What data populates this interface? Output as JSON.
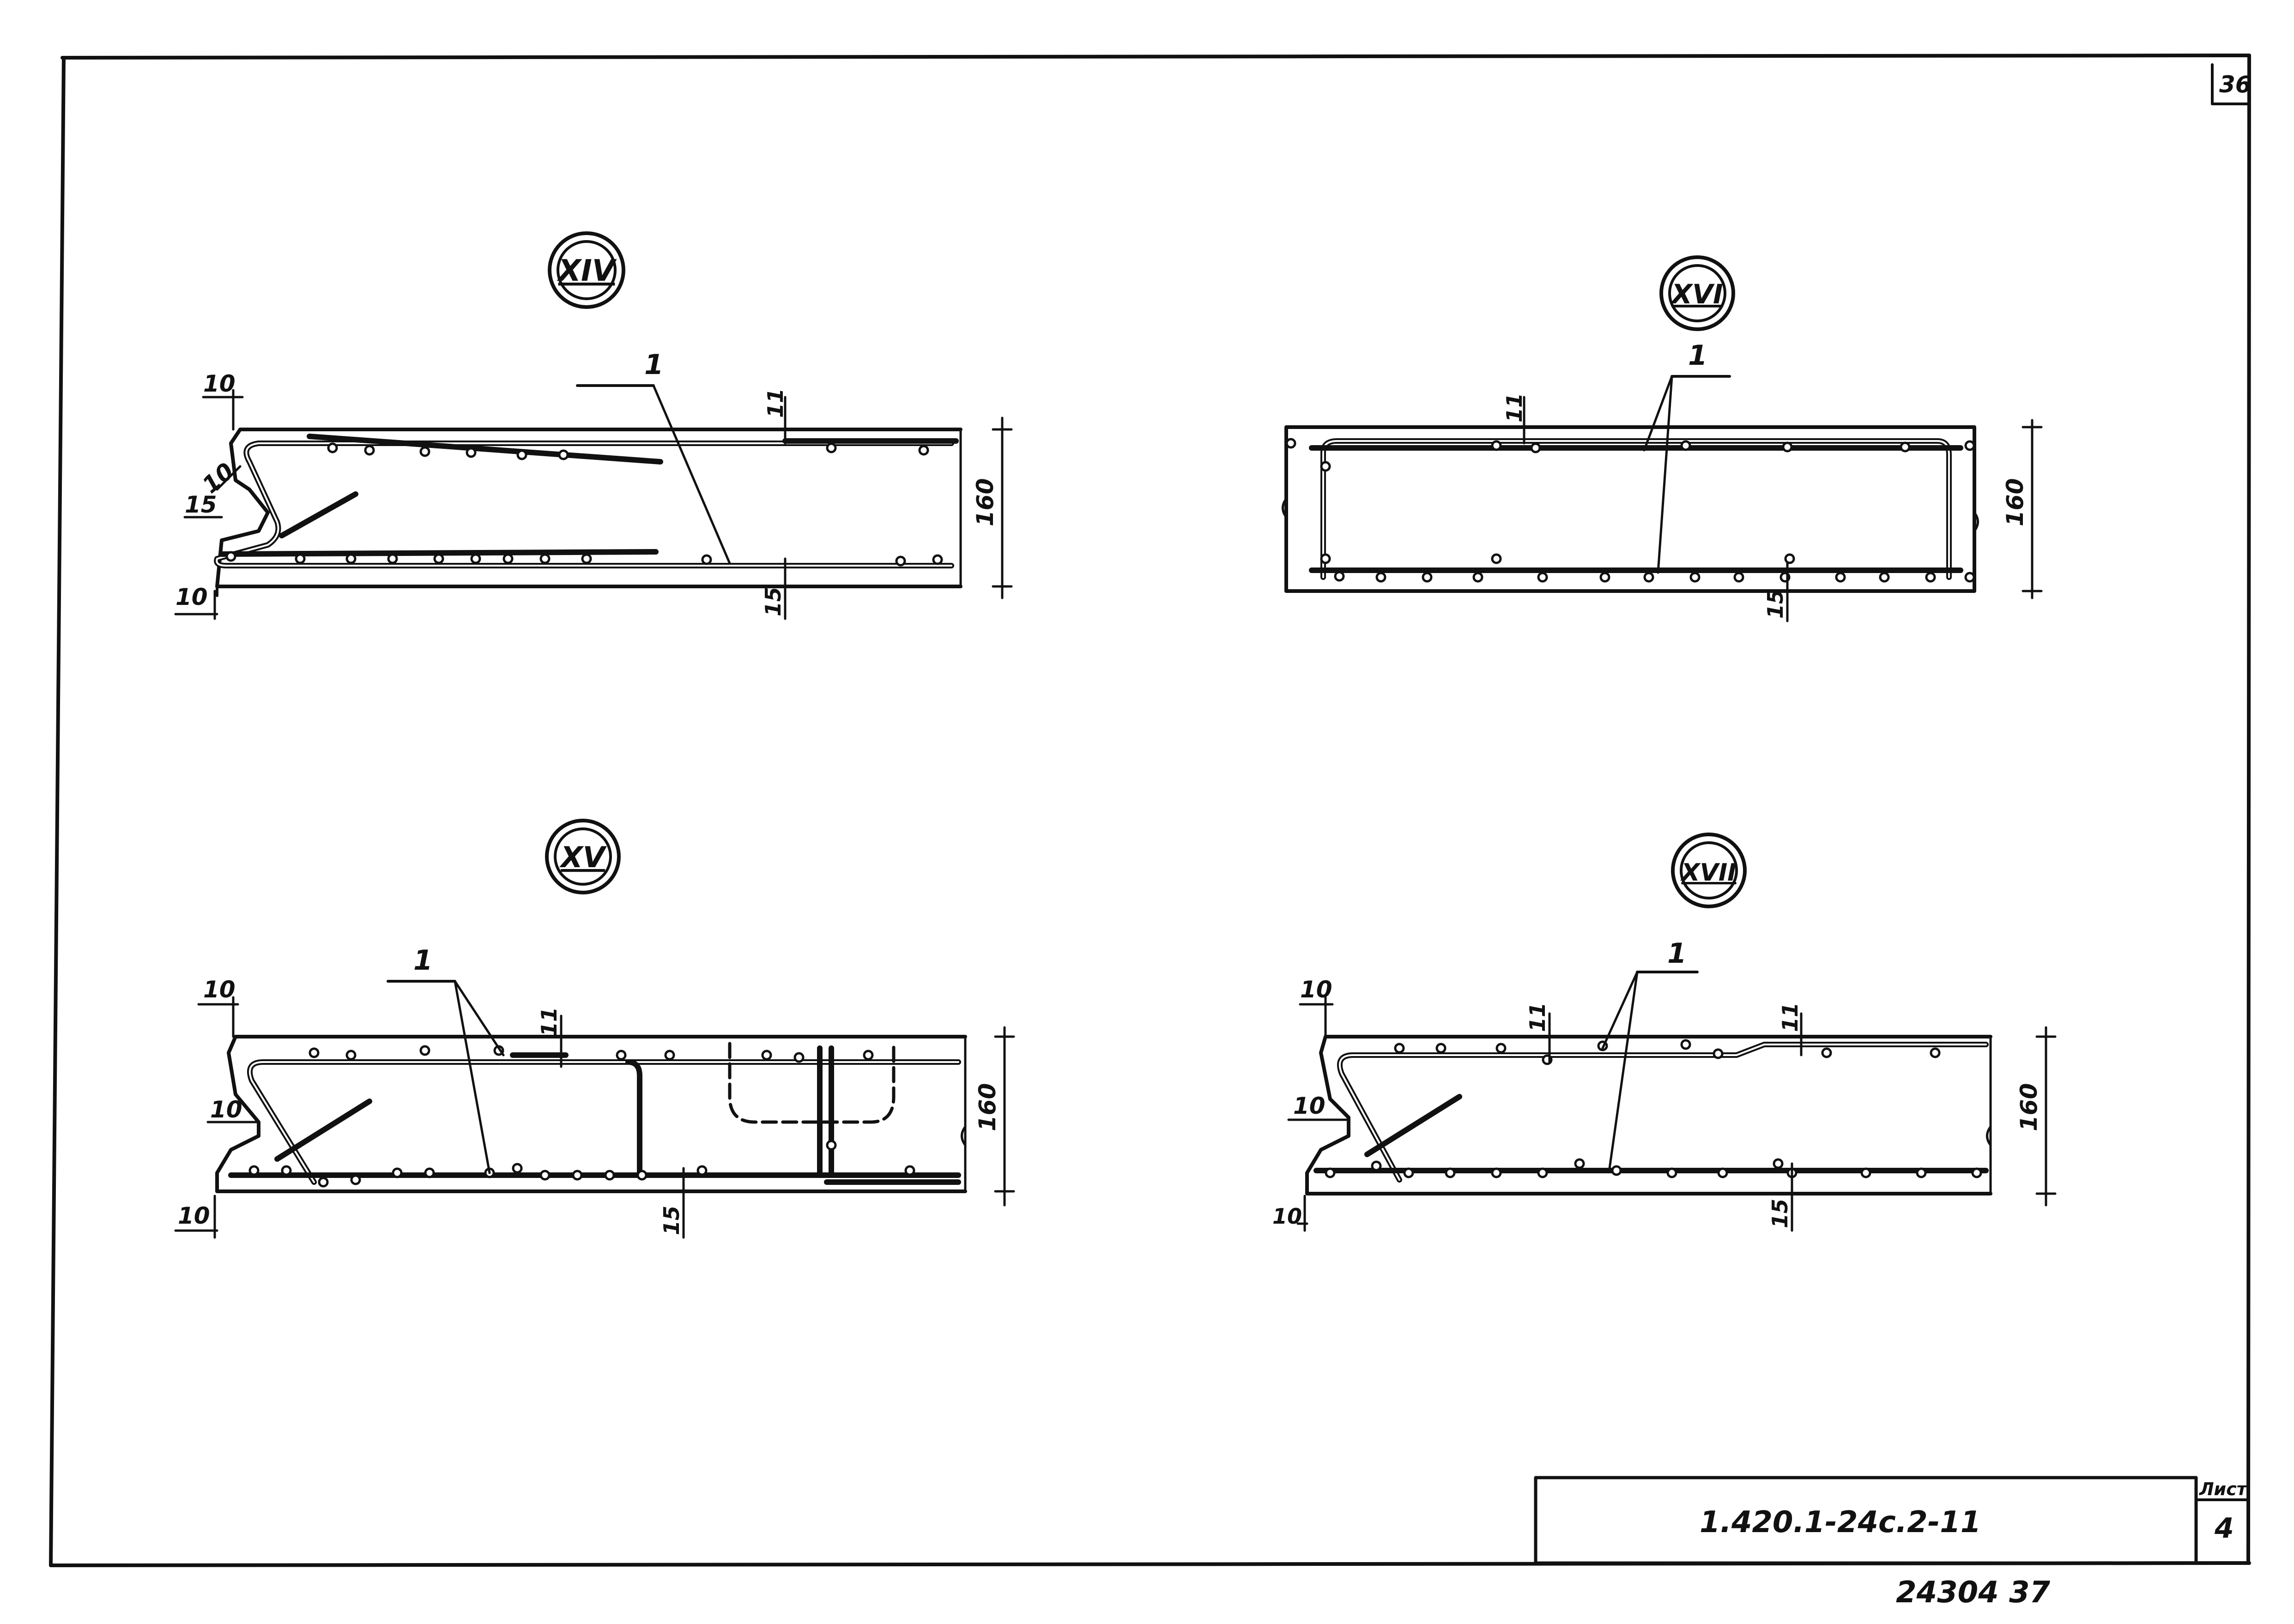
{
  "sheet": {
    "page_number": "36",
    "doc_code": "1.420.1-24c.2-11",
    "sheet_label": "Лист",
    "sheet_number": "4",
    "stamp_number": "24304  37"
  },
  "nodes": [
    {
      "id": "XIV",
      "title": "XIV",
      "leader_label": "1",
      "dims": {
        "top_left": "10",
        "mid_left": "10",
        "left_15": "15",
        "bottom_left": "10",
        "cover_top": "11",
        "cover_bottom": "15",
        "height": "160"
      }
    },
    {
      "id": "XVI",
      "title": "XVI",
      "leader_label": "1",
      "dims": {
        "cover_top": "11",
        "cover_bottom": "15",
        "height": "160"
      }
    },
    {
      "id": "XV",
      "title": "XV",
      "leader_label": "1",
      "dims": {
        "top_left": "10",
        "mid_left": "10",
        "bottom_left": "10",
        "cover_top": "11",
        "cover_bottom": "15",
        "height": "160"
      }
    },
    {
      "id": "XVII",
      "title": "XVII",
      "leader_label": "1",
      "dims": {
        "top_left": "10",
        "mid_left": "10",
        "bottom_left": "10",
        "cover_top_1": "11",
        "cover_top_2": "11",
        "cover_bottom": "15",
        "height": "160"
      }
    }
  ]
}
